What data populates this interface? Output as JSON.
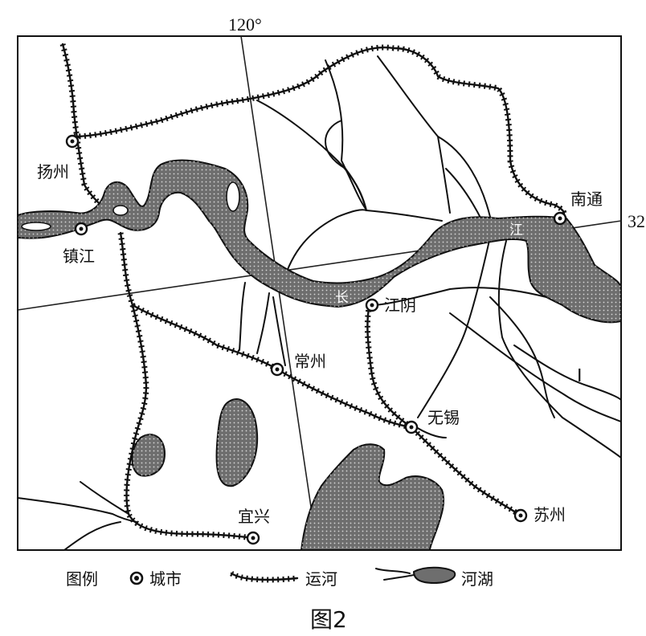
{
  "coords": {
    "lon_label": "120°",
    "lat_label": "32"
  },
  "cities": [
    {
      "key": "yangzhou",
      "name": "扬州"
    },
    {
      "key": "zhenjiang",
      "name": "镇江"
    },
    {
      "key": "nantong",
      "name": "南通"
    },
    {
      "key": "jiangyin",
      "name": "江阴"
    },
    {
      "key": "changzhou",
      "name": "常州"
    },
    {
      "key": "wuxi",
      "name": "无锡"
    },
    {
      "key": "yixing",
      "name": "宜兴"
    },
    {
      "key": "suzhou",
      "name": "苏州"
    }
  ],
  "river_labels": {
    "chang": "长",
    "jiang": "江"
  },
  "region_marker": "Ⅰ",
  "legend": {
    "title": "图例",
    "city": "城市",
    "canal": "运河",
    "water": "河湖"
  },
  "caption": "图2",
  "colors": {
    "water": "#6e6e6e",
    "ink": "#111111"
  }
}
